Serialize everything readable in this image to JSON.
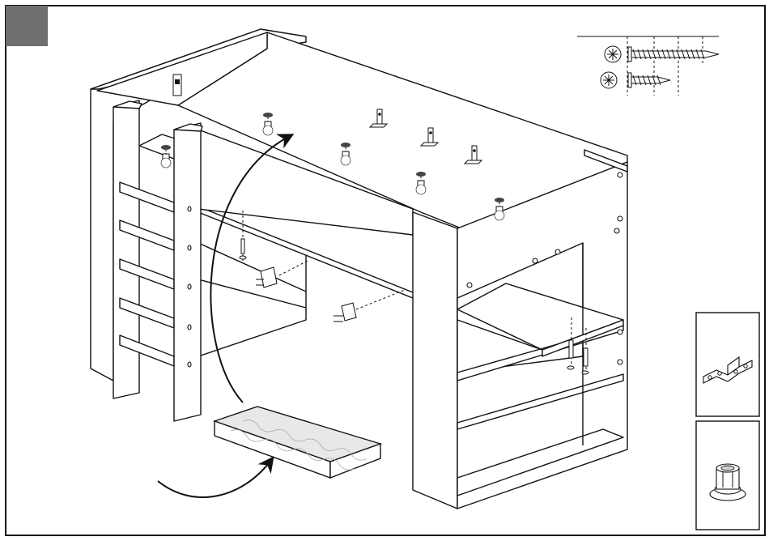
{
  "page": {
    "kind": "assembly-instruction-step",
    "step_marker_color": "#6f6f6f",
    "line_color": "#111111",
    "panel_fill": "#ffffff",
    "accent_gray": "#cfcfcf"
  },
  "parts_legend": {
    "screws": [
      {
        "name": "long-wood-screw",
        "icon": "phillips-head-icon"
      },
      {
        "name": "short-wood-screw",
        "icon": "phillips-head-icon"
      }
    ]
  },
  "detail_callouts": [
    {
      "name": "angle-bracket",
      "icon": "angle-bracket-icon"
    },
    {
      "name": "cam-dowel-insert",
      "icon": "dowel-insert-icon"
    }
  ],
  "illustration": {
    "subject": "loft-bed-frame",
    "arrows": [
      "mattress-insert-arrow",
      "mattress-lift-arrow"
    ]
  }
}
